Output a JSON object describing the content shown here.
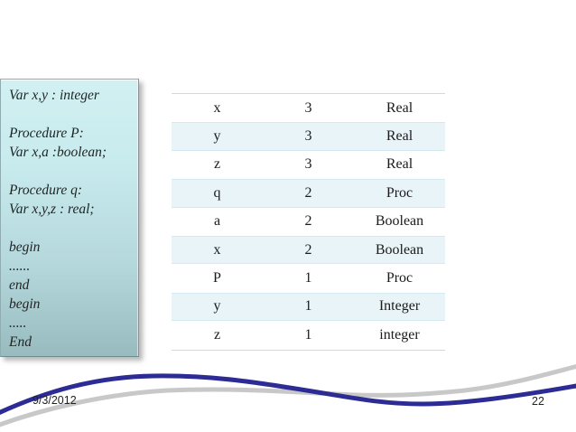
{
  "slide": {
    "code_panel": {
      "lines": [
        "Var x,y : integer",
        "",
        "Procedure P:",
        "Var x,a :boolean;",
        "",
        "Procedure q:",
        "Var x,y,z : real;",
        "",
        "begin",
        "......",
        "end",
        "begin",
        ".....",
        "End"
      ]
    },
    "symbol_table": {
      "rows": [
        {
          "name": "x",
          "level": "3",
          "type": "Real"
        },
        {
          "name": "y",
          "level": "3",
          "type": "Real"
        },
        {
          "name": "z",
          "level": "3",
          "type": "Real"
        },
        {
          "name": "q",
          "level": "2",
          "type": "Proc"
        },
        {
          "name": "a",
          "level": "2",
          "type": "Boolean"
        },
        {
          "name": "x",
          "level": "2",
          "type": "Boolean"
        },
        {
          "name": "P",
          "level": "1",
          "type": "Proc"
        },
        {
          "name": "y",
          "level": "1",
          "type": "Integer"
        },
        {
          "name": "z",
          "level": "1",
          "type": "integer"
        }
      ]
    },
    "footer": {
      "date": "9/3/2012",
      "page_number": "22"
    },
    "colors": {
      "box_gradient_top": "#d2f0f2",
      "box_gradient_bottom": "#97bbbf",
      "table_band": "#e9f4f9",
      "table_line": "#bfdfe9",
      "wave_blue": "#2d2b94",
      "wave_gray": "#c8c8c8"
    }
  }
}
